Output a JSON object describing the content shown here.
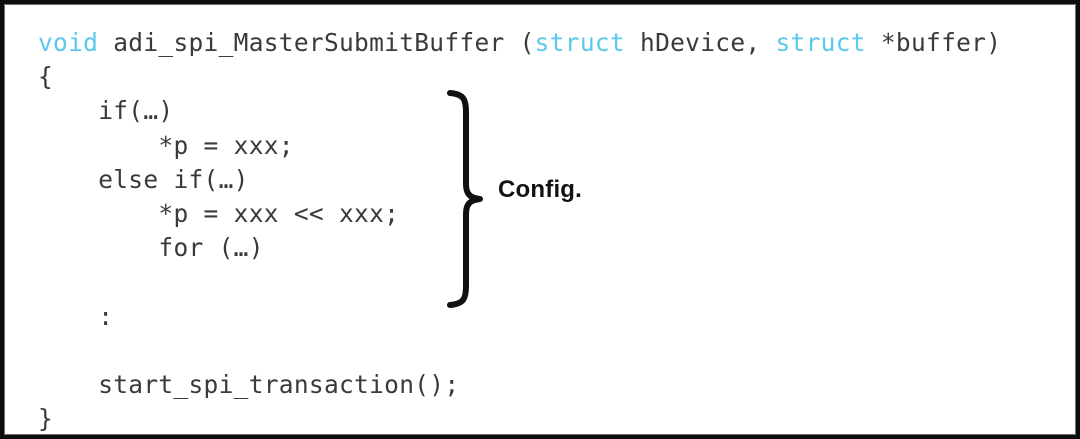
{
  "figure": {
    "background_color": "#ffffff",
    "border_color": "#0d0d0d",
    "keyword_color": "#5BC8EC",
    "code_color": "#3a3a3a"
  },
  "code": {
    "language": "c",
    "lines": [
      {
        "id": "line-1",
        "indent": 0,
        "tokens": [
          {
            "text": "void",
            "type": "keyword"
          },
          {
            "text": " adi_spi_MasterSubmitBuffer (",
            "type": "plain"
          },
          {
            "text": "struct",
            "type": "keyword"
          },
          {
            "text": " hDevice, ",
            "type": "plain"
          },
          {
            "text": "struct",
            "type": "keyword"
          },
          {
            "text": " *buffer)",
            "type": "plain"
          }
        ]
      },
      {
        "id": "line-2",
        "indent": 0,
        "tokens": [
          {
            "text": "{",
            "type": "plain"
          }
        ]
      },
      {
        "id": "line-3",
        "indent": 0,
        "tokens": [
          {
            "text": "    if(…)",
            "type": "plain"
          }
        ]
      },
      {
        "id": "line-4",
        "indent": 0,
        "tokens": [
          {
            "text": "        *p = xxx;",
            "type": "plain"
          }
        ]
      },
      {
        "id": "line-5",
        "indent": 0,
        "tokens": [
          {
            "text": "    else if(…)",
            "type": "plain"
          }
        ]
      },
      {
        "id": "line-6",
        "indent": 0,
        "tokens": [
          {
            "text": "        *p = xxx << xxx;",
            "type": "plain"
          }
        ]
      },
      {
        "id": "line-7",
        "indent": 0,
        "tokens": [
          {
            "text": "        for (…)",
            "type": "plain"
          }
        ]
      },
      {
        "id": "line-8",
        "indent": 0,
        "tokens": [
          {
            "text": " ",
            "type": "plain"
          }
        ]
      },
      {
        "id": "line-9",
        "indent": 0,
        "tokens": [
          {
            "text": "    :",
            "type": "plain"
          }
        ]
      },
      {
        "id": "line-10",
        "indent": 0,
        "tokens": [
          {
            "text": " ",
            "type": "plain"
          }
        ]
      },
      {
        "id": "line-11",
        "indent": 0,
        "tokens": [
          {
            "text": "    start_spi_transaction();",
            "type": "plain"
          }
        ]
      },
      {
        "id": "line-12",
        "indent": 0,
        "tokens": [
          {
            "text": "}",
            "type": "plain"
          }
        ]
      }
    ]
  },
  "annotation": {
    "brace_label": "Config.",
    "brace_icon": "curly-brace-right-icon",
    "spans_lines": [
      3,
      9
    ]
  }
}
